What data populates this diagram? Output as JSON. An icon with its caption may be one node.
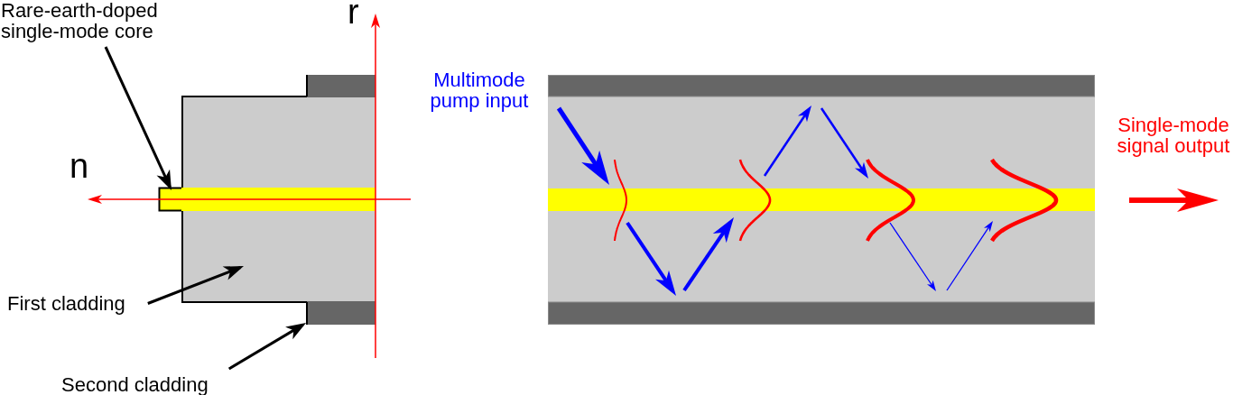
{
  "diagram": {
    "nodes": [
      {
        "text": [
          "Rare-earth-doped single-mode core"
        ]
      },
      {
        "text": [
          "First cladding"
        ]
      },
      {
        "text": [
          "Second cladding"
        ]
      },
      {
        "text": [],
        "shape": "bar"
      },
      {
        "text": [],
        "shape": "box"
      },
      {
        "text": [],
        "shape": "bar"
      },
      {
        "text": [],
        "shape": "bar"
      }
    ],
    "edges": [
      {
        "from": 0,
        "to": 3,
        "arrow": "to"
      },
      {
        "from": 1,
        "to": 4,
        "arrow": "to"
      },
      {
        "from": 2,
        "to": 5,
        "arrow": "to"
      }
    ],
    "labels": [
      "r",
      "Multimode pump input",
      "Single-mode signal output",
      "n"
    ]
  }
}
